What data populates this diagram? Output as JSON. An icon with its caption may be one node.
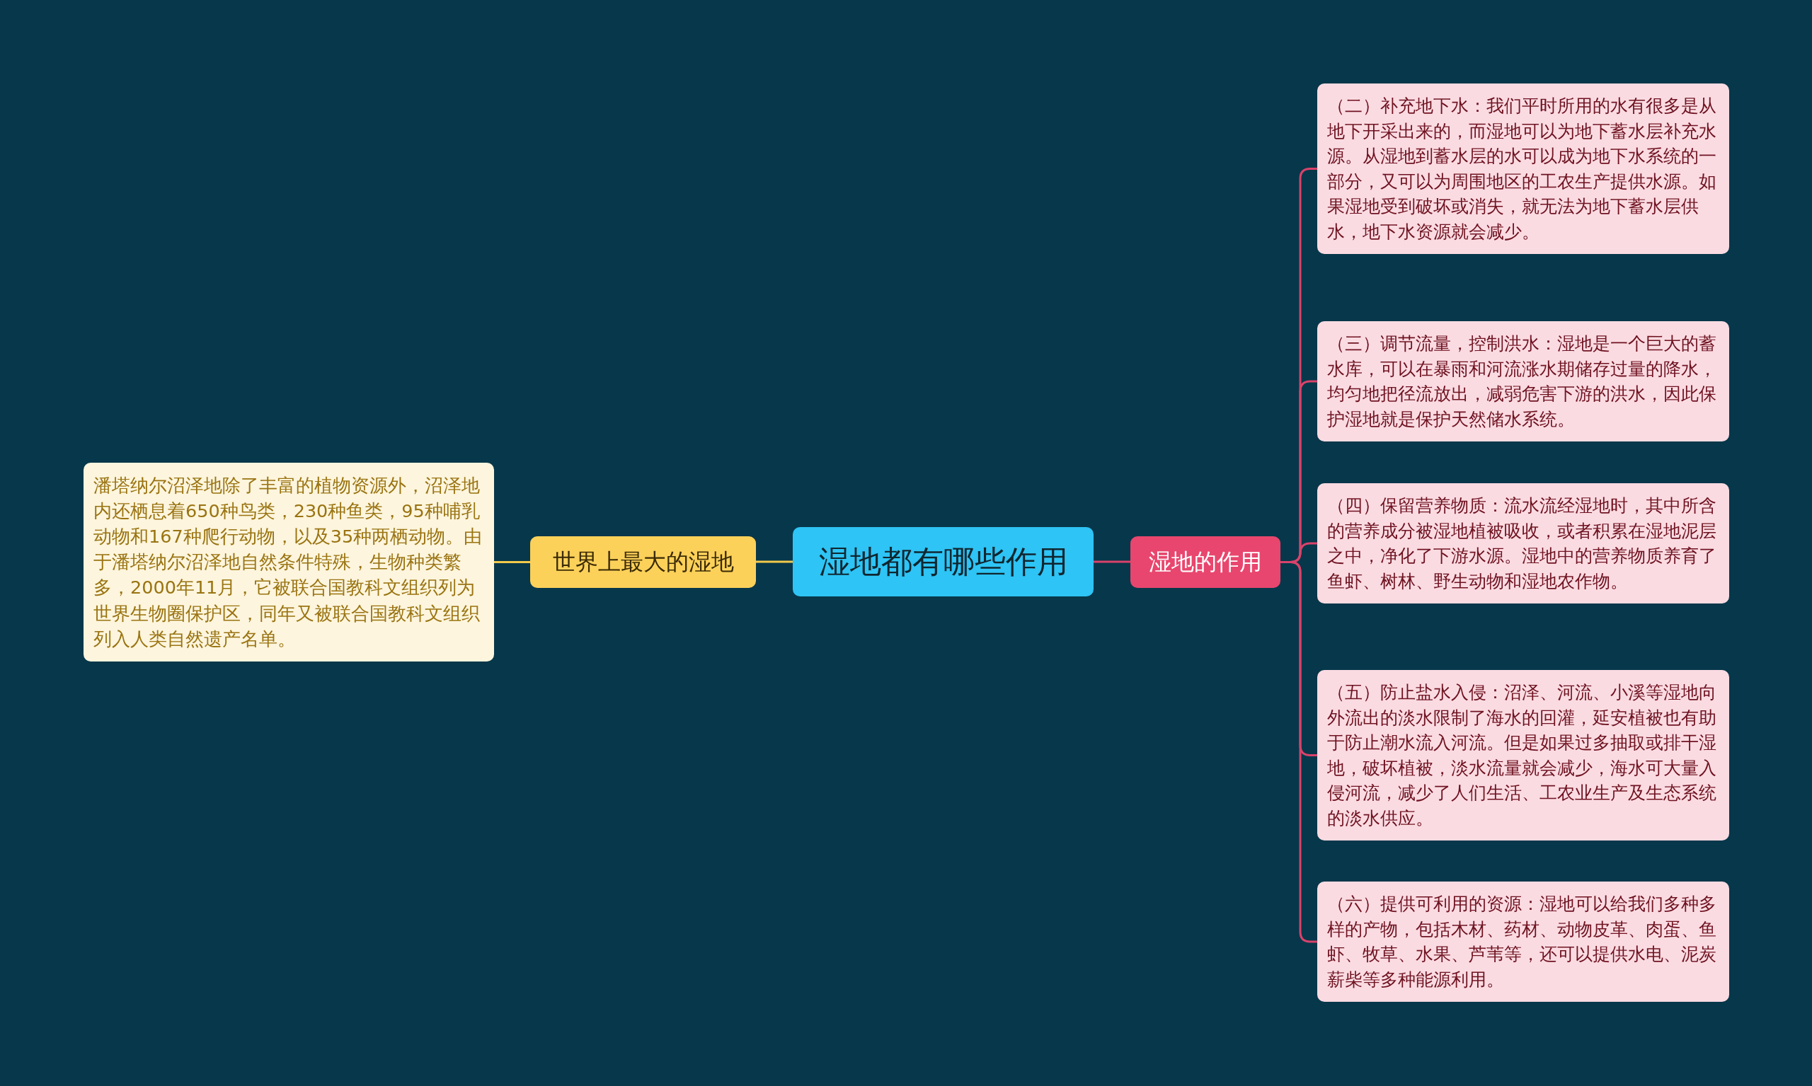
{
  "diagram": {
    "nodes": [
      {
        "text": [
          "湿地都有哪些作用"
        ]
      },
      {
        "text": [
          "世界上最大的湿地"
        ]
      },
      {
        "text": [
          "潘塔纳尔沼泽地除了丰富的植物资源外，沼泽地内还栖息着650种鸟类，230种鱼类，95种哺乳动物和167种爬行动物，以及35种两栖动物。由于潘塔纳尔沼泽地自然条件特殊，生物种类繁多，2000年11月，它被联合国教科文组织列为世界生物圈保护区，同年又被联合国教科文组织列入人类自然遗产名单。"
        ]
      },
      {
        "text": [
          "湿地的作用"
        ]
      },
      {
        "text": [
          "（二）补充地下水：我们平时所用的水有很多是从地下开采出来的，而湿地可以为地下蓄水层补充水源。从湿地到蓄水层的水可以成为地下水系统的一部分，又可以为周围地区的工农生产提供水源。如果湿地受到破坏或消失，就无法为地下蓄水层供水，地下水资源就会减少。"
        ]
      },
      {
        "text": [
          "（三）调节流量，控制洪水：湿地是一个巨大的蓄水库，可以在暴雨和河流涨水期储存过量的降水，均匀地把径流放出，减弱危害下游的洪水，因此保护湿地就是保护天然储水系统。"
        ]
      },
      {
        "text": [
          "（四）保留营养物质：流水流经湿地时，其中所含的营养成分被湿地植被吸收，或者积累在湿地泥层之中，净化了下游水源。湿地中的营养物质养育了鱼虾、树林、野生动物和湿地农作物。"
        ]
      },
      {
        "text": [
          "（五）防止盐水入侵：沼泽、河流、小溪等湿地向外流出的淡水限制了海水的回灌，延安植被也有助于防止潮水流入河流。但是如果过多抽取或排干湿地，破坏植被，淡水流量就会减少，海水可大量入侵河流，减少了人们生活、工农业生产及生态系统的淡水供应。"
        ]
      },
      {
        "text": [
          "（六）提供可利用的资源：湿地可以给我们多种多样的产物，包括木材、药材、动物皮革、肉蛋、鱼虾、牧草、水果、芦苇等，还可以提供水电、泥炭薪柴等多种能源利用。"
        ]
      }
    ],
    "edges": [
      {
        "from": 0,
        "to": 1,
        "arrow": "none",
        "color": "#f2c94c"
      },
      {
        "from": 1,
        "to": 2,
        "arrow": "none",
        "color": "#f2c94c"
      },
      {
        "from": 0,
        "to": 3,
        "arrow": "none"
      },
      {
        "from": 3,
        "to": 4,
        "arrow": "none"
      },
      {
        "from": 3,
        "to": 5,
        "arrow": "none"
      },
      {
        "from": 3,
        "to": 6,
        "arrow": "none"
      },
      {
        "from": 3,
        "to": 7,
        "arrow": "none"
      },
      {
        "from": 3,
        "to": 8,
        "arrow": "none"
      }
    ]
  }
}
